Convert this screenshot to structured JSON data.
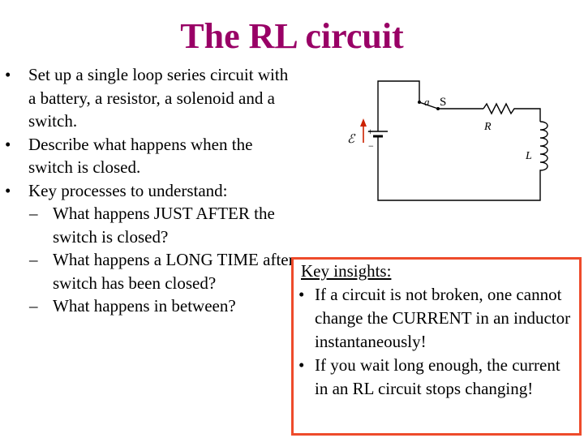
{
  "title": "The RL circuit",
  "bullets": [
    {
      "marker": "•",
      "text": "Set up a single loop series circuit with a battery, a resistor, a solenoid and a switch."
    },
    {
      "marker": "•",
      "text": "Describe what happens when the switch is closed."
    },
    {
      "marker": "•",
      "text": "Key processes to understand:"
    }
  ],
  "sub_bullets": [
    {
      "marker": "–",
      "text": "What happens JUST AFTER the switch is closed?"
    },
    {
      "marker": "–",
      "text": "What happens a LONG TIME after switch has been closed?"
    },
    {
      "marker": "–",
      "text": "What happens in between?"
    }
  ],
  "circuit": {
    "label_a": "a",
    "label_S": "S",
    "label_R": "R",
    "label_L": "L",
    "label_emf": "ℰ",
    "label_plus": "+",
    "label_minus": "−"
  },
  "insights": {
    "heading": "Key insights:",
    "items": [
      {
        "marker": "•",
        "text": "If a circuit is not broken, one cannot change the CURRENT in an inductor instantaneously!"
      },
      {
        "marker": "•",
        "text": "If you wait long enough, the current in an RL circuit stops changing!"
      }
    ]
  },
  "colors": {
    "title": "#990066",
    "box_border": "#ee4b2b",
    "emf_arrow": "#cc2200"
  }
}
